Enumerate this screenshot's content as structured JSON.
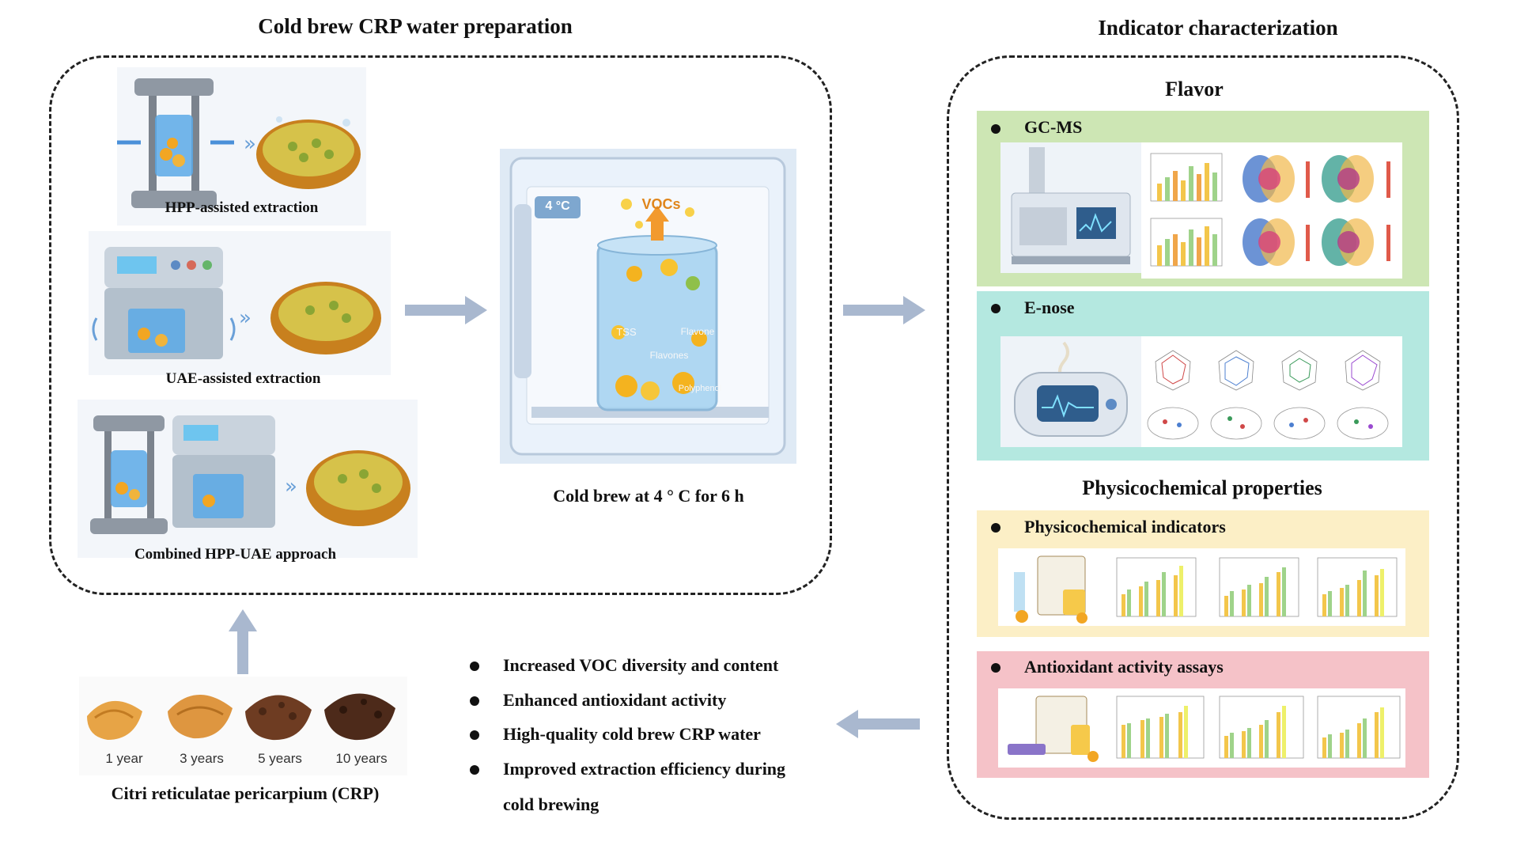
{
  "left_section": {
    "title": "Cold brew CRP water preparation",
    "methods": [
      {
        "label": "HPP-assisted extraction",
        "icon": "hpp-machine-icon"
      },
      {
        "label": "UAE-assisted extraction",
        "icon": "ultrasonic-bath-icon"
      },
      {
        "label": "Combined HPP-UAE approach",
        "icon": "hpp-uae-combined-icon"
      }
    ],
    "fridge": {
      "temp_badge": "4 °C",
      "vocs": "VOCs",
      "tss": "TSS",
      "flavone": "Flavone",
      "flavones": "Flavones",
      "polyphenol": "Polyphenol",
      "caption": "Cold brew at 4 ° C for 6 h"
    }
  },
  "crp": {
    "years": [
      "1 year",
      "3 years",
      "5 years",
      "10 years"
    ],
    "caption": "Citri reticulatae pericarpium (CRP)"
  },
  "outcomes": [
    "Increased VOC diversity and content",
    "Enhanced antioxidant activity",
    "High-quality cold brew CRP water",
    "Improved extraction efficiency during",
    "cold brewing"
  ],
  "right_section": {
    "title": "Indicator characterization",
    "flavor_heading": "Flavor",
    "physico_heading": "Physicochemical properties",
    "panels": [
      {
        "title": "GC-MS",
        "color": "#cde6b4"
      },
      {
        "title": "E-nose",
        "color": "#b4e8e0"
      },
      {
        "title": "Physicochemical indicators",
        "color": "#fcefc6"
      },
      {
        "title": "Antioxidant activity assays",
        "color": "#f5c2c8"
      }
    ]
  },
  "colors": {
    "arrow": "#a9b8cf",
    "dash": "#222222"
  }
}
